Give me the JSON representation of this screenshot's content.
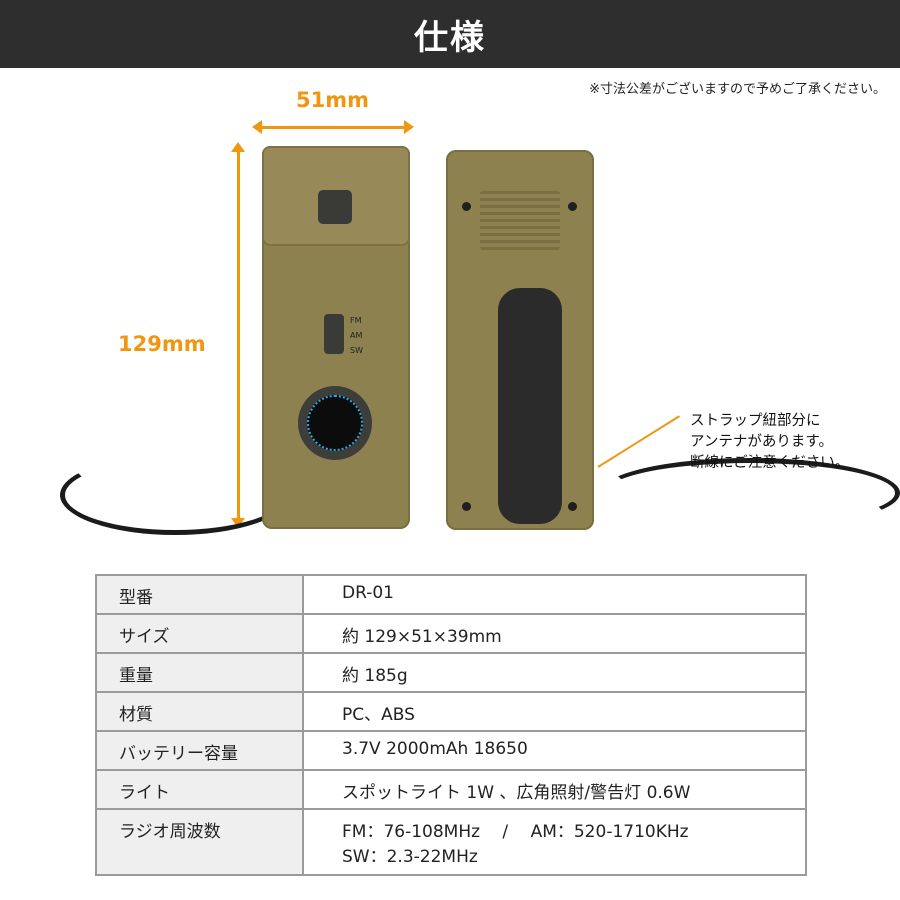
{
  "header": {
    "title": "仕様"
  },
  "note": "※寸法公差がございますので予めご了承ください。",
  "dimensions": {
    "width_label": "51mm",
    "height_label": "129mm"
  },
  "device": {
    "band_labels": [
      "FM",
      "AM",
      "SW"
    ]
  },
  "callout": {
    "lines": [
      "ストラップ紐部分に",
      "アンテナがあります。",
      "断線にご注意ください。"
    ]
  },
  "colors": {
    "accent": "#f0960f",
    "header_bg": "#2e2e2e",
    "label_bg": "#efefef"
  },
  "specs": [
    {
      "label": "型番",
      "value": "DR-01"
    },
    {
      "label": "サイズ",
      "value": "約 129×51×39mm"
    },
    {
      "label": "重量",
      "value": "約 185g"
    },
    {
      "label": "材質",
      "value": "PC、ABS"
    },
    {
      "label": "バッテリー容量",
      "value": "3.7V 2000mAh 18650"
    },
    {
      "label": "ライト",
      "value": "スポットライト 1W 、広角照射/警告灯 0.6W"
    },
    {
      "label": "ラジオ周波数",
      "value": "FM：76-108MHz　 /　 AM：520-1710KHz",
      "value2": "SW：2.3-22MHz"
    }
  ]
}
